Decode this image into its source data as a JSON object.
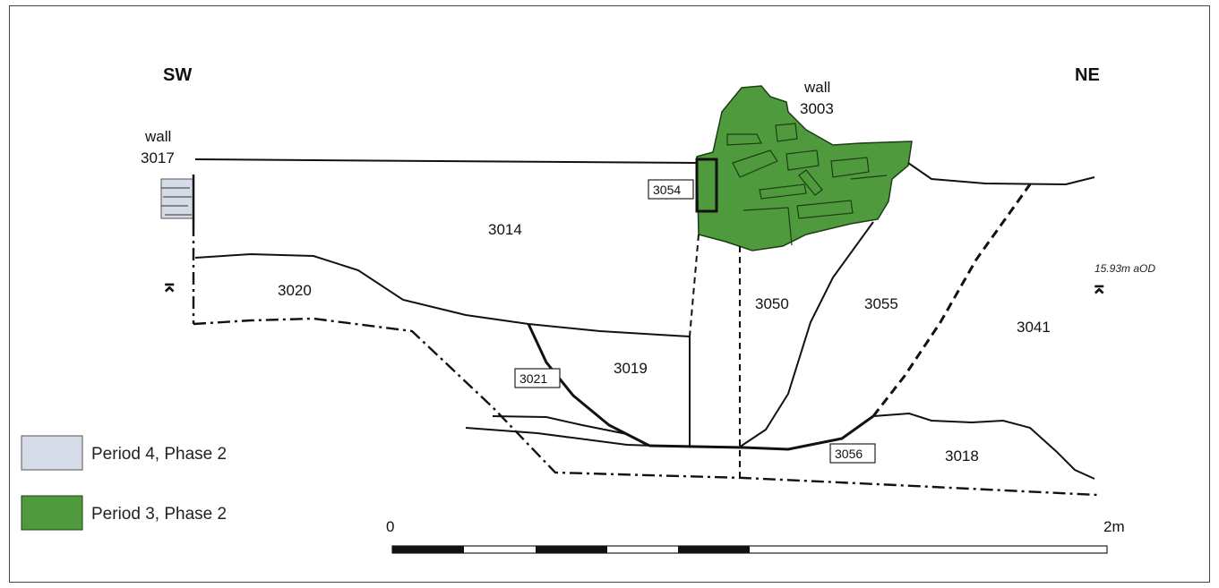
{
  "orientation": {
    "left": "SW",
    "right": "NE"
  },
  "walls": {
    "left": {
      "word": "wall",
      "number": "3017"
    },
    "right": {
      "word": "wall",
      "number": "3003"
    }
  },
  "contexts": [
    "3014",
    "3020",
    "3019",
    "3050",
    "3055",
    "3041",
    "3018"
  ],
  "boxed_contexts": [
    "3054",
    "3021",
    "3056"
  ],
  "level": {
    "value": "15.93m aOD"
  },
  "legend": [
    {
      "label": "Period 4, Phase 2",
      "color": "#d6dbe8"
    },
    {
      "label": "Period 3, Phase 2",
      "color": "#4f9a3d"
    }
  ],
  "scale": {
    "start": "0",
    "end": "2m"
  }
}
